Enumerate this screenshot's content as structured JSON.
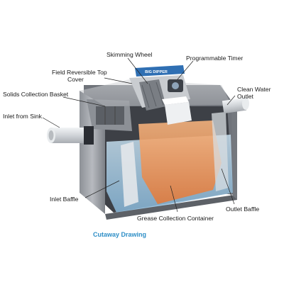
{
  "diagram": {
    "labels": {
      "skimming_wheel": "Skimming Wheel",
      "programmable_timer": "Programmable Timer",
      "field_reversible_top_cover": [
        "Field Reversible Top",
        "Cover"
      ],
      "solids_collection_basket": "Solids Collection Basket",
      "clean_water_outlet": [
        "Clean Water",
        "Outlet"
      ],
      "inlet_from_sink": "Inlet from Sink",
      "inlet_baffle": "Inlet Baffle",
      "outlet_baffle": "Outlet Baffle",
      "grease_collection_container": "Grease Collection Container"
    },
    "caption": "Cutaway Drawing",
    "brand_logo_text": "BIG DIPPER",
    "colors": {
      "tank_steel": "#9ea2a8",
      "tank_dark": "#5f636a",
      "grease_orange": "#e9935a",
      "water_blue": "#9cc6e2",
      "caption_blue": "#2f8fc7",
      "label_text": "#1a1a1a",
      "leader_line": "#222222"
    }
  }
}
